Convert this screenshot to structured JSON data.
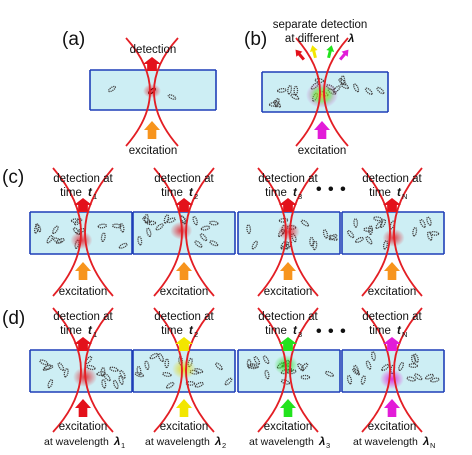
{
  "panels": {
    "a": {
      "label": "(a)",
      "detection": "detection",
      "excitation": "excitation"
    },
    "b": {
      "label": "(b)",
      "top_line1": "separate detection",
      "top_line2": "at different",
      "lambda": "λ",
      "excitation": "excitation"
    },
    "c": {
      "label": "(c)",
      "ellipsis": "• • •",
      "items": [
        {
          "line1": "detection at",
          "time_word": "time",
          "t": "t",
          "sub": "1",
          "excitation": "excitation"
        },
        {
          "line1": "detection at",
          "time_word": "time",
          "t": "t",
          "sub": "2",
          "excitation": "excitation"
        },
        {
          "line1": "detection at",
          "time_word": "time",
          "t": "t",
          "sub": "3",
          "excitation": "excitation"
        },
        {
          "line1": "detection at",
          "time_word": "time",
          "t": "t",
          "sub": "N",
          "excitation": "excitation"
        }
      ]
    },
    "d": {
      "label": "(d)",
      "ellipsis": "• • •",
      "items": [
        {
          "line1": "detection at",
          "time_word": "time",
          "t": "t",
          "sub": "1",
          "exc1": "excitation",
          "exc2": "at wavelength",
          "lam": "λ",
          "lamsub": "1"
        },
        {
          "line1": "detection at",
          "time_word": "time",
          "t": "t",
          "sub": "2",
          "exc1": "excitation",
          "exc2": "at wavelength",
          "lam": "λ",
          "lamsub": "2"
        },
        {
          "line1": "detection at",
          "time_word": "time",
          "t": "t",
          "sub": "3",
          "exc1": "excitation",
          "exc2": "at wavelength",
          "lam": "λ",
          "lamsub": "3"
        },
        {
          "line1": "detection at",
          "time_word": "time",
          "t": "t",
          "sub": "N",
          "exc1": "excitation",
          "exc2": "at wavelength",
          "lam": "λ",
          "lamsub": "N"
        }
      ]
    }
  },
  "colors": {
    "channel_fill": "#cdeef4",
    "channel_border": "#1f3fb8",
    "beam": "#e31e24",
    "orange": "#f7941d",
    "red": "#e3111b",
    "yellow": "#f2e600",
    "green": "#22e31d",
    "magenta": "#e21cd8",
    "molecule": "#444444"
  }
}
